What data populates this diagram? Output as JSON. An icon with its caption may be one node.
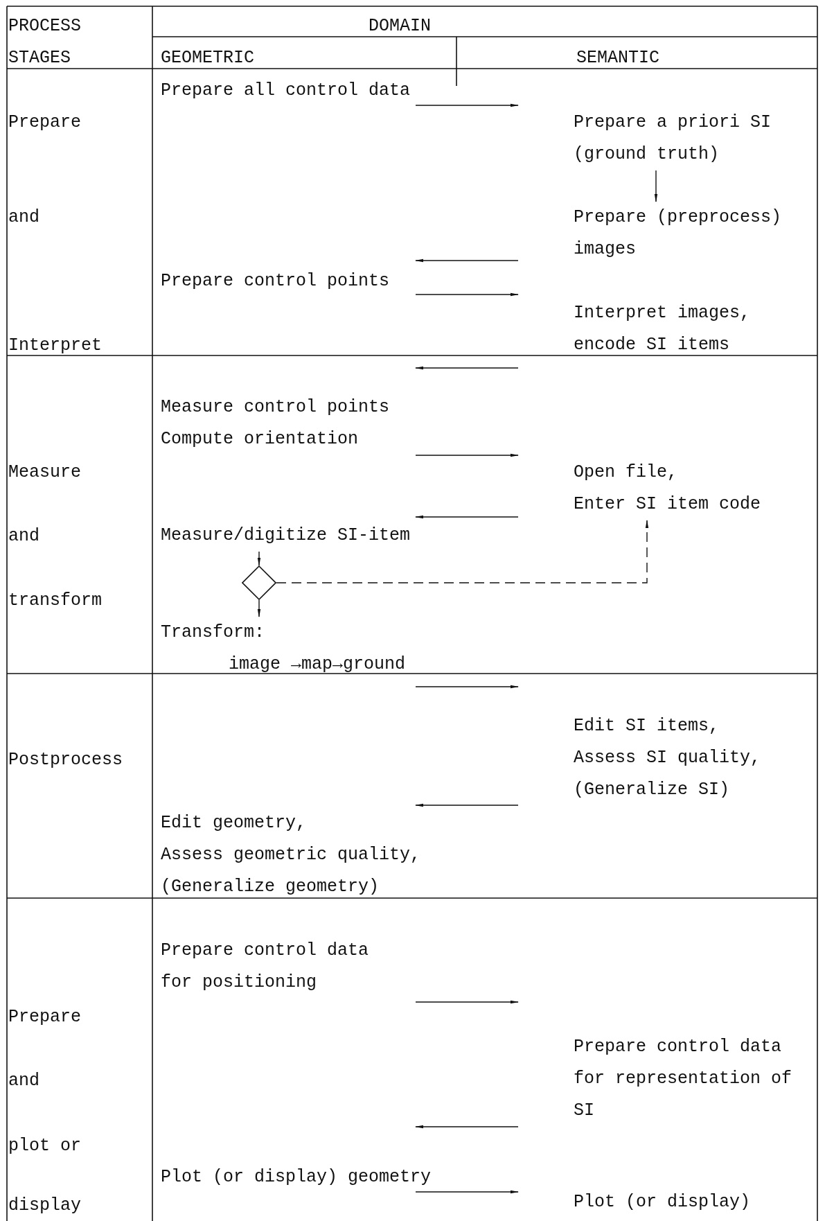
{
  "diagram": {
    "nodes": [
      {
        "text": [
          "Prepare all control data"
        ]
      },
      {
        "text": [
          "Prepare a priori SI (ground truth)"
        ]
      },
      {
        "text": [
          "Prepare (preprocess) images"
        ]
      },
      {
        "text": [
          "Prepare control points"
        ]
      },
      {
        "text": [
          "Interpret images, encode SI items"
        ]
      },
      {
        "text": [
          "Measure control points Compute orientation"
        ]
      },
      {
        "text": [
          "Open file,",
          "Enter SI item code"
        ]
      },
      {
        "text": [
          "Measure/digitize SI-item"
        ]
      },
      {
        "text": [],
        "shape": "diamond"
      },
      {
        "text": [
          "Transform:",
          "image →map→ground"
        ]
      },
      {
        "text": [
          "Edit SI items,",
          "Assess SI quality,",
          "(Generalize SI)"
        ]
      },
      {
        "text": [
          "Edit geometry,",
          "Assess geometric quality,",
          "(Generalize geometry)"
        ]
      },
      {
        "text": [
          "Prepare control data for positioning"
        ]
      },
      {
        "text": [
          "Prepare control data for representation of SI"
        ]
      },
      {
        "text": [
          "Plot (or display) geometry"
        ]
      },
      {
        "text": [
          "Plot (or display)"
        ]
      }
    ],
    "edges": [
      {
        "from": 0,
        "to": 1,
        "arrow": "to"
      },
      {
        "from": 1,
        "to": 2,
        "arrow": "to"
      },
      {
        "from": 2,
        "to": 3,
        "arrow": "to"
      },
      {
        "from": 3,
        "to": 4,
        "arrow": "to"
      },
      {
        "from": 4,
        "to": 5,
        "arrow": "to"
      },
      {
        "from": 5,
        "to": 6,
        "arrow": "to"
      },
      {
        "from": 6,
        "to": 7,
        "arrow": "to"
      },
      {
        "from": 7,
        "to": 8,
        "arrow": "to"
      },
      {
        "from": 8,
        "to": 9,
        "arrow": "to"
      },
      {
        "from": 8,
        "to": 6,
        "arrow": "to",
        "style": "dashed"
      },
      {
        "from": 9,
        "to": 10,
        "arrow": "to"
      },
      {
        "from": 10,
        "to": 11,
        "arrow": "to"
      },
      {
        "from": 12,
        "to": 13,
        "arrow": "to"
      },
      {
        "from": 13,
        "to": 14,
        "arrow": "to"
      },
      {
        "from": 14,
        "to": 15,
        "arrow": "to"
      }
    ],
    "labels": [
      "PROCESS STAGES",
      "DOMAIN",
      "GEOMETRIC",
      "SEMANTIC",
      "Prepare",
      "and",
      "Interpret",
      "Measure",
      "and",
      "transform",
      "Postprocess",
      "Prepare",
      "and",
      "plot or",
      "display"
    ]
  }
}
